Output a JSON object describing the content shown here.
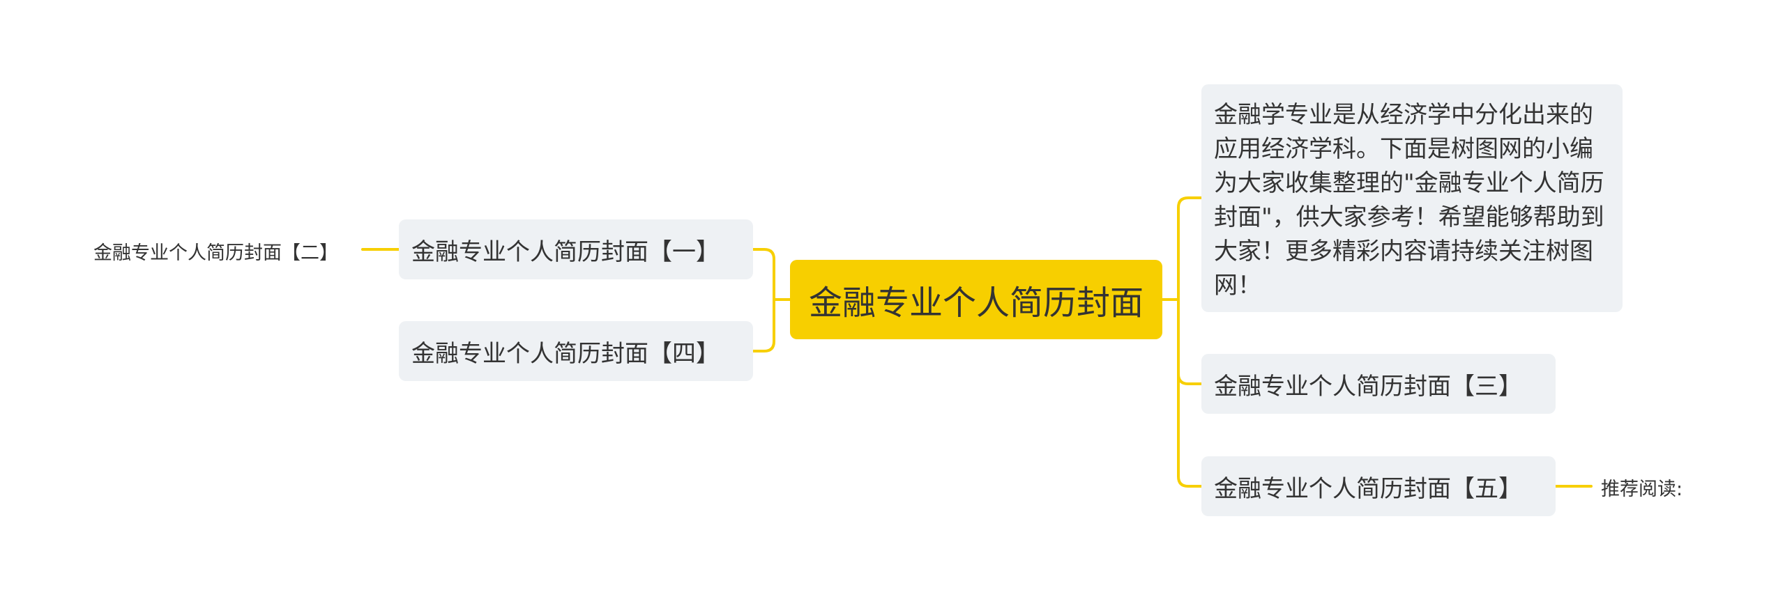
{
  "colors": {
    "root_fill": "#f7cf00",
    "node_fill": "#eef1f4",
    "connector": "#f7cf00",
    "text": "#333333"
  },
  "mindmap": {
    "root": "金融专业个人简历封面",
    "left": [
      {
        "label": "金融专业个人简历封面【一】",
        "child": "金融专业个人简历封面【二】"
      },
      {
        "label": "金融专业个人简历封面【四】"
      }
    ],
    "right": [
      {
        "label": "金融学专业是从经济学中分化出来的应用经济学科。下面是树图网的小编为大家收集整理的\"金融专业个人简历封面\"，供大家参考！希望能够帮助到大家！更多精彩内容请持续关注树图网！"
      },
      {
        "label": "金融专业个人简历封面【三】"
      },
      {
        "label": "金融专业个人简历封面【五】",
        "child": "推荐阅读:"
      }
    ]
  }
}
